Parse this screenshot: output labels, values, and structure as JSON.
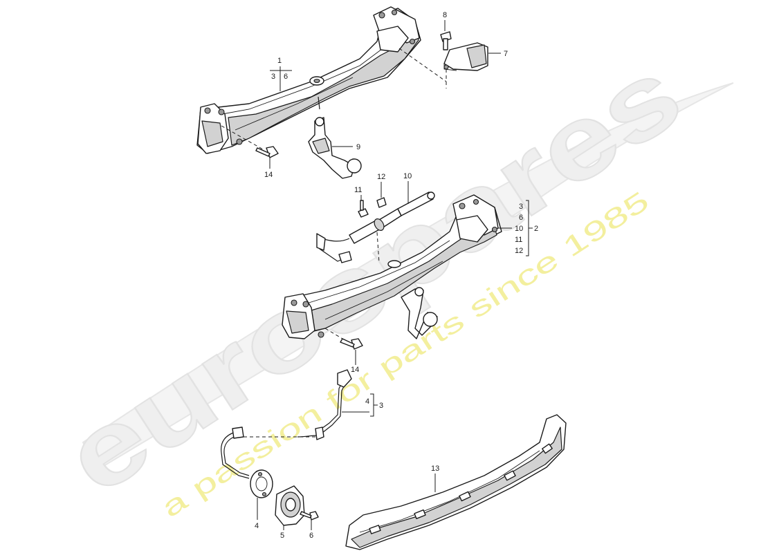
{
  "watermark": {
    "logo_text": "eurospares",
    "tagline": "a passion for parts since 1985"
  },
  "callouts": {
    "c1": "1",
    "c1_sub_a": "3",
    "c1_sub_b": "6",
    "c2": "2",
    "c2_list": [
      "3",
      "6",
      "10",
      "11",
      "12"
    ],
    "c3": "3",
    "c4_top": "4",
    "c4_bottom": "4",
    "c5": "5",
    "c6": "6",
    "c7": "7",
    "c8": "8",
    "c9": "9",
    "c10": "10",
    "c11": "11",
    "c12": "12",
    "c13": "13",
    "c14_top": "14",
    "c14_mid": "14"
  },
  "colors": {
    "line": "#1a1a1a",
    "watermark_logo": "#efefef",
    "watermark_tagline": "#f3ef9e"
  }
}
